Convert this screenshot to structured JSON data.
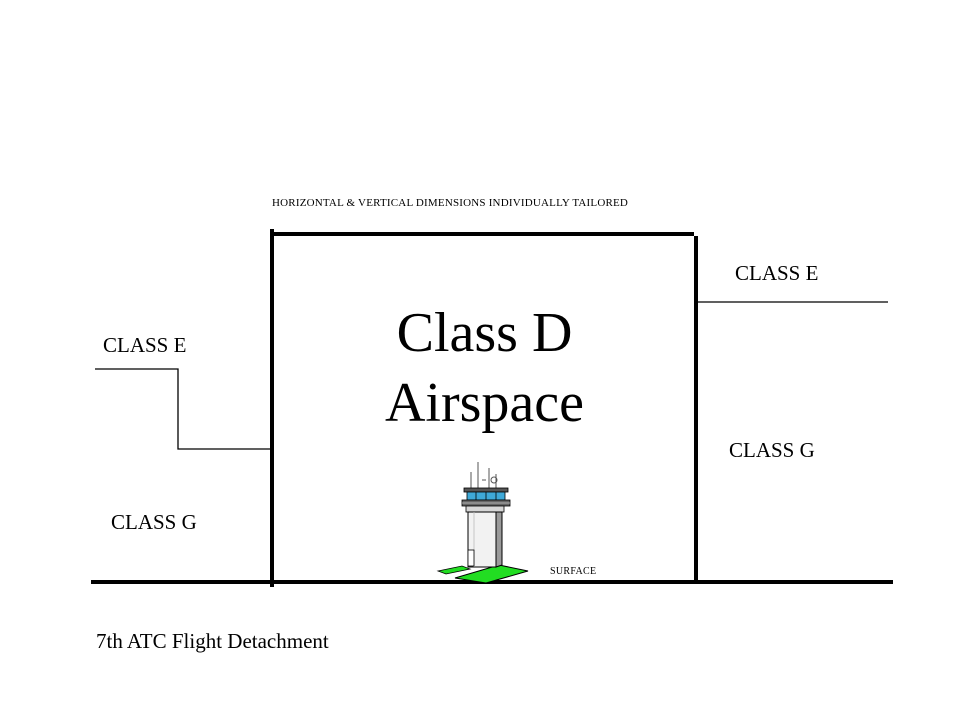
{
  "diagram": {
    "top_note": "HORIZONTAL & VERTICAL DIMENSIONS INDIVIDUALLY TAILORED",
    "title_line1": "Class D",
    "title_line2": "Airspace",
    "left_upper_label": "CLASS E",
    "right_upper_label": "CLASS E",
    "right_lower_label": "CLASS G",
    "left_lower_label": "CLASS G",
    "surface_label": "SURFACE",
    "footer": "7th ATC Flight Detachment",
    "icon": "control-tower-icon",
    "colors": {
      "line": "#000000",
      "tower_window": "#3fa9d8",
      "grass": "#22dd22"
    }
  }
}
